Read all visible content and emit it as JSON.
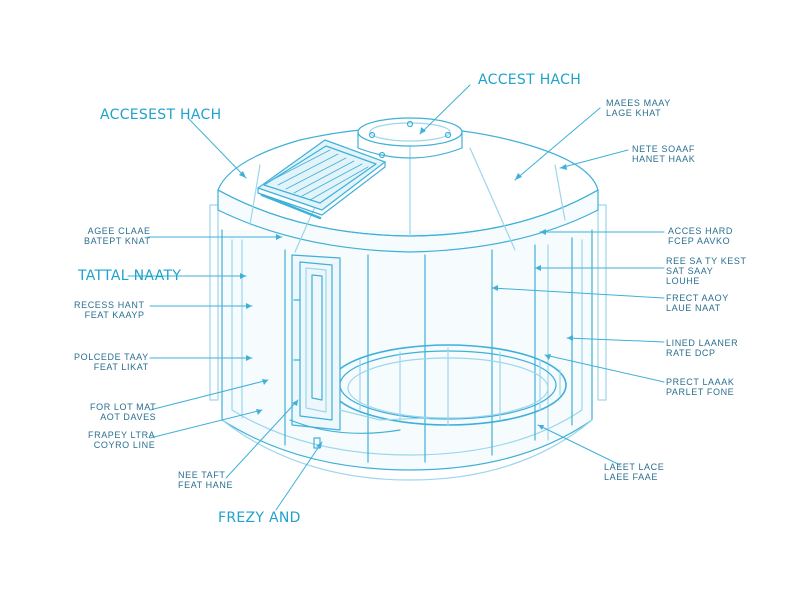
{
  "labels": {
    "top_center": "ACCEST HACH",
    "top_left": "ACCESEST HACH",
    "top_right_1": [
      "MAEES MAAY",
      "LAGE KHAT"
    ],
    "top_right_2": [
      "NETE SOAAF",
      "HANET HAAK"
    ],
    "left_1": [
      "AGEE CLAAE",
      "BATEPT KNAT"
    ],
    "left_2": "TATTAL NAATY",
    "left_3": [
      "RECESS HANT",
      "FEAT KAAYP"
    ],
    "left_4": [
      "POLCEDE TAAY",
      "FEAT LIKAT"
    ],
    "left_5": [
      "FOR LOT MAT",
      "AOT DAVES"
    ],
    "left_6": [
      "FRAPEY LTRA",
      "COYRO LINE"
    ],
    "bottom_left_1": [
      "NEE TAFT",
      "FEAT HANE"
    ],
    "bottom_left_2": "FREZY AND",
    "right_1": [
      "ACCES HARD",
      "FCEP AAVKO"
    ],
    "right_2": [
      "REE SA TY KEST",
      "SAT SAAY",
      "LOUHE"
    ],
    "right_3": [
      "FRECT AAOY",
      "LAUE NAAT"
    ],
    "right_4": [
      "LINED LAANER",
      "RATE DCP"
    ],
    "right_5": [
      "PRECT LAAAK",
      "PARLET FONE"
    ],
    "bottom_right": [
      "LAEET LACE",
      "LAEE FAAE"
    ]
  },
  "colors": {
    "line": "#3fb0d8",
    "line_light": "#9dd6ec",
    "fill_light": "#eef8fc",
    "accent": "#1fa2cc",
    "text": "#2a6f8f"
  }
}
